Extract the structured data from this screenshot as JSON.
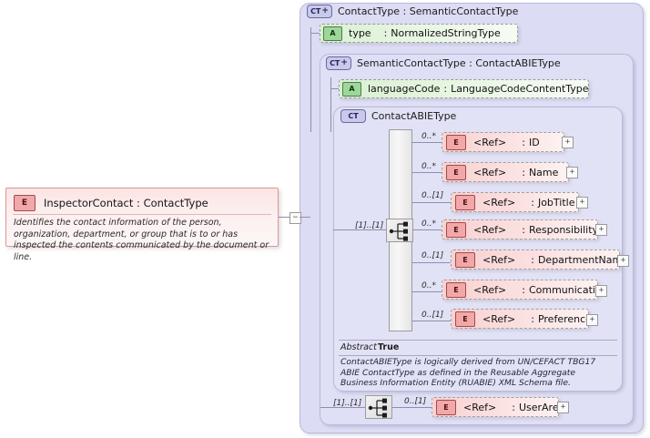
{
  "diagram": {
    "kind": "xsd-schema-diagram",
    "colors": {
      "container_bg": "#dcdcf4",
      "container_border": "#b9b9dc",
      "element_bg": "#f8d2d2",
      "element_border": "#a0a0a0",
      "attribute_bg": "#d9f0d2",
      "attribute_border": "#9a9a9a",
      "connector": "#8e8eb0",
      "annotation_bg": "#e8e8f8"
    }
  },
  "root_element": {
    "badge": "E",
    "title": "InspectorContact : ContactType",
    "documentation": "Identifies the contact information of the person, organization, department, or group that is to or has inspected the contents communicated by the document or line.",
    "collapse_toggle": "−"
  },
  "containers": [
    {
      "badge": "CT",
      "badge_plus": "+",
      "title": "ContactType : SemanticContactType",
      "level": 1
    },
    {
      "badge": "CT",
      "badge_plus": "+",
      "title": "SemanticContactType : ContactABIEType",
      "level": 2
    },
    {
      "badge": "CT",
      "badge_plus": "",
      "title": "ContactABIEType",
      "level": 3
    }
  ],
  "attributes": [
    {
      "badge": "A",
      "name": "type",
      "separator": ":",
      "type": "NormalizedStringType"
    },
    {
      "badge": "A",
      "name": "languageCode",
      "separator": ":",
      "type": "LanguageCodeContentType"
    }
  ],
  "compositors": [
    {
      "icon": "sequence-icon",
      "cardinality": "[1]..[1]",
      "owner": "ContactABIEType"
    },
    {
      "icon": "sequence-icon",
      "cardinality": "[1]..[1]",
      "owner": "SemanticContactType"
    }
  ],
  "elements": [
    {
      "badge": "E",
      "ref": "<Ref>",
      "separator": ":",
      "name": "ID",
      "cardinality": "0..*",
      "optional": false,
      "expand": "+"
    },
    {
      "badge": "E",
      "ref": "<Ref>",
      "separator": ":",
      "name": "Name",
      "cardinality": "0..*",
      "optional": false,
      "expand": "+"
    },
    {
      "badge": "E",
      "ref": "<Ref>",
      "separator": ":",
      "name": "JobTitle",
      "cardinality": "0..[1]",
      "optional": true,
      "expand": "+"
    },
    {
      "badge": "E",
      "ref": "<Ref>",
      "separator": ":",
      "name": "Responsibility",
      "cardinality": "0..*",
      "optional": false,
      "expand": "+"
    },
    {
      "badge": "E",
      "ref": "<Ref>",
      "separator": ":",
      "name": "DepartmentName",
      "cardinality": "0..[1]",
      "optional": true,
      "expand": "+"
    },
    {
      "badge": "E",
      "ref": "<Ref>",
      "separator": ":",
      "name": "Communication",
      "cardinality": "0..*",
      "optional": false,
      "expand": "+"
    },
    {
      "badge": "E",
      "ref": "<Ref>",
      "separator": ":",
      "name": "Preference",
      "cardinality": "0..[1]",
      "optional": true,
      "expand": "+"
    }
  ],
  "user_area": {
    "badge": "E",
    "ref": "<Ref>",
    "separator": ":",
    "name": "UserArea",
    "cardinality": "0..[1]",
    "compositor_cardinality": "[1]..[1]",
    "expand": "+"
  },
  "annotation": {
    "abstract_label": "Abstract",
    "abstract_value": "True",
    "note": "ContactABIEType is logically derived from UN/CEFACT TBG17 ABIE ContactType as defined in the Reusable Aggregate Business Information Entity (RUABIE) XML Schema file."
  }
}
